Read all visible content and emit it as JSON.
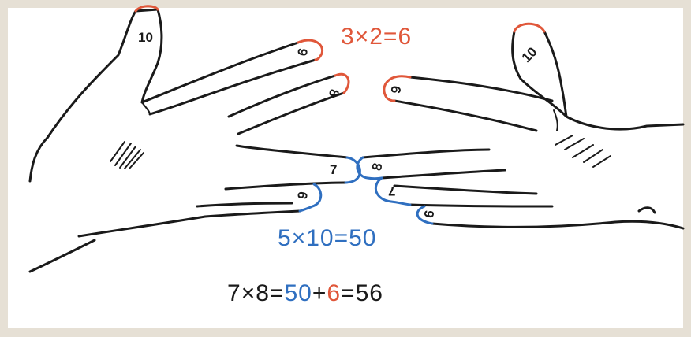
{
  "equations": {
    "top": {
      "a": "3",
      "op": "×",
      "b": "2",
      "eq": "=",
      "result": "6"
    },
    "middle": {
      "a": "5",
      "op": "×",
      "b": "10",
      "eq": "=",
      "result": "50"
    },
    "bottom": {
      "a": "7",
      "op": "×",
      "b": "8",
      "eq1": "=",
      "tens": "50",
      "plus": "+",
      "units": "6",
      "eq2": "=",
      "result": "56"
    }
  },
  "finger_numbers": {
    "left_hand": {
      "thumb": "10",
      "f9_top": "9",
      "f8": "8",
      "f7": "7",
      "f6": "6"
    },
    "right_hand": {
      "thumb": "10",
      "f9_top": "9",
      "f8": "8",
      "f7": "7",
      "f6": "6"
    }
  },
  "colors": {
    "upper_fingers": "#e0573a",
    "lower_fingers": "#2f6fc0",
    "ink": "#1a1a1a"
  }
}
